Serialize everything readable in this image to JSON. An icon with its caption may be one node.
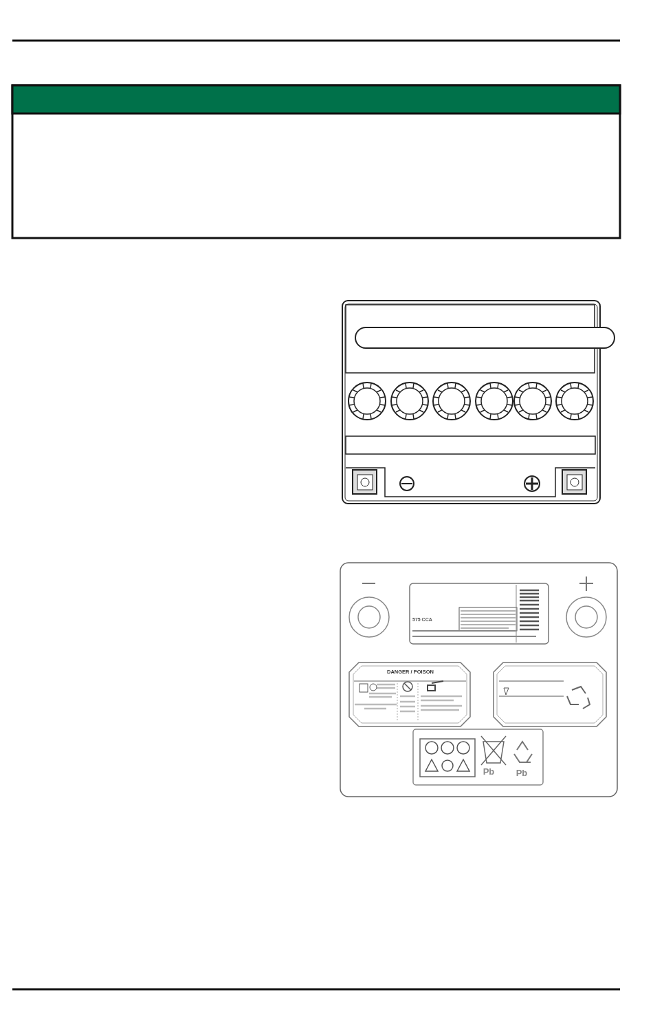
{
  "diagram": {
    "labels": [
      "DANGER / POISON",
      "575 CCA",
      "Pb",
      "Pb"
    ]
  }
}
